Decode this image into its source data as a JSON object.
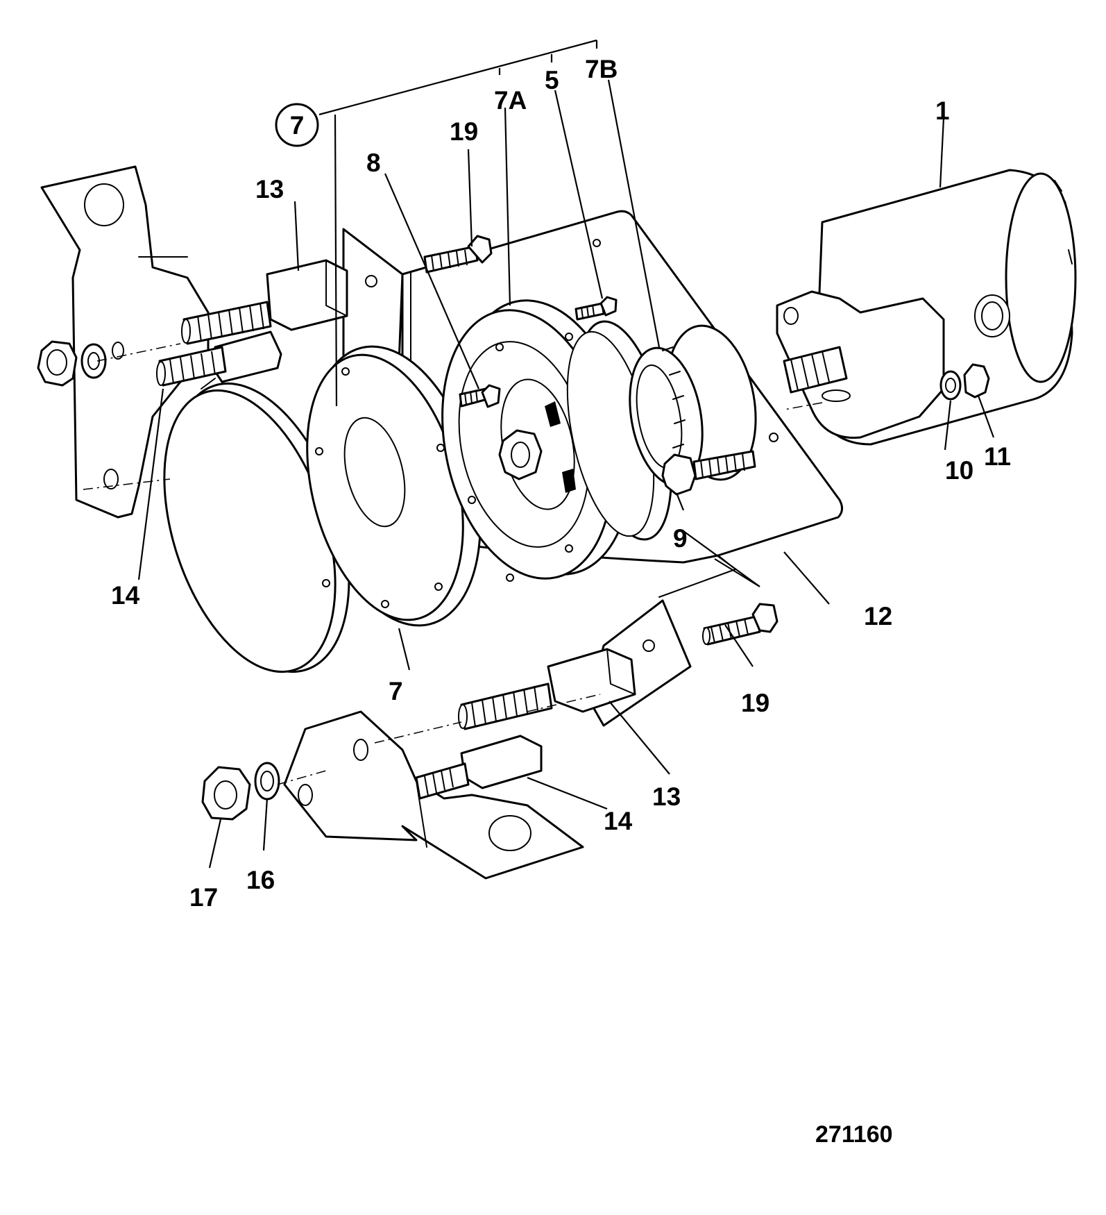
{
  "callout_circle": "7",
  "labels": {
    "l1": "1",
    "l5": "5",
    "l7a": "7A",
    "l7b": "7B",
    "l7": "7",
    "l8": "8",
    "l9": "9",
    "l10": "10",
    "l11": "11",
    "l12": "12",
    "l13a": "13",
    "l13b": "13",
    "l14a": "14",
    "l14b": "14",
    "l16": "16",
    "l17": "17",
    "l19a": "19",
    "l19b": "19"
  },
  "reference_number": "271160"
}
